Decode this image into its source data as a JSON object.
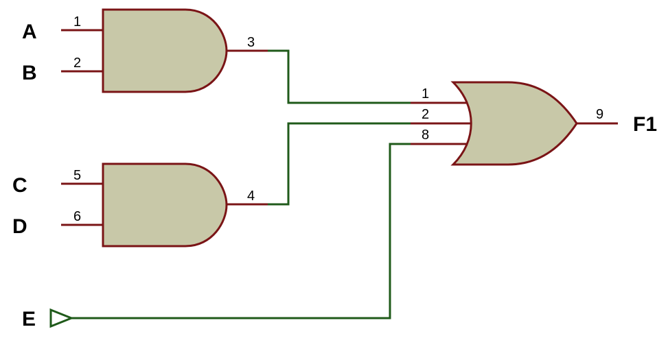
{
  "inputs": {
    "a": "A",
    "b": "B",
    "c": "C",
    "d": "D",
    "e": "E"
  },
  "output": {
    "f1": "F1"
  },
  "pins": {
    "and1_in1": "1",
    "and1_in2": "2",
    "and1_out": "3",
    "and2_in1": "5",
    "and2_in2": "6",
    "and2_out": "4",
    "or_in1": "1",
    "or_in2": "2",
    "or_in3": "8",
    "or_out": "9"
  },
  "colors": {
    "gate_fill": "#c8c8a8",
    "gate_stroke": "#7a1416",
    "net": "#1f5a1a"
  }
}
